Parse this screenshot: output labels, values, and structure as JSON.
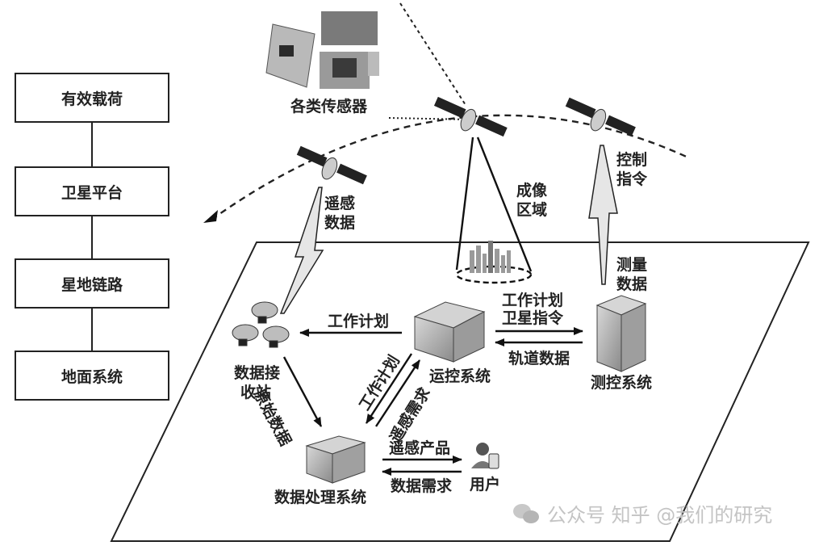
{
  "diagram": {
    "layers": [
      {
        "label": "有效载荷"
      },
      {
        "label": "卫星平台"
      },
      {
        "label": "星地链路"
      },
      {
        "label": "地面系统"
      }
    ],
    "space_segment": {
      "sensors_label": "各类传感器",
      "imaging_area_label": [
        "成像",
        "区域"
      ],
      "remote_sensing_data_label": [
        "遥感",
        "数据"
      ],
      "control_command_label": [
        "控制",
        "指令"
      ],
      "measurement_data_label": [
        "测量",
        "数据"
      ]
    },
    "ground_segment": {
      "receiving_station": [
        "数据接",
        "收站"
      ],
      "operation_control": "运控系统",
      "tt_and_c": "测控系统",
      "data_processing": "数据处理系统",
      "user": "用户"
    },
    "flows": {
      "ops_to_station": "工作计划",
      "ops_to_ttc": [
        "工作计划",
        "卫星指令"
      ],
      "ttc_to_ops": "轨道数据",
      "station_to_processing": "原始数据",
      "ops_to_processing": "工作计划",
      "processing_to_ops": "遥感需求",
      "processing_to_user": "遥感产品",
      "user_to_processing": "数据需求"
    }
  },
  "watermark": {
    "text": "公众号 知乎 @我们的研究",
    "icon": "wechat-icon"
  }
}
